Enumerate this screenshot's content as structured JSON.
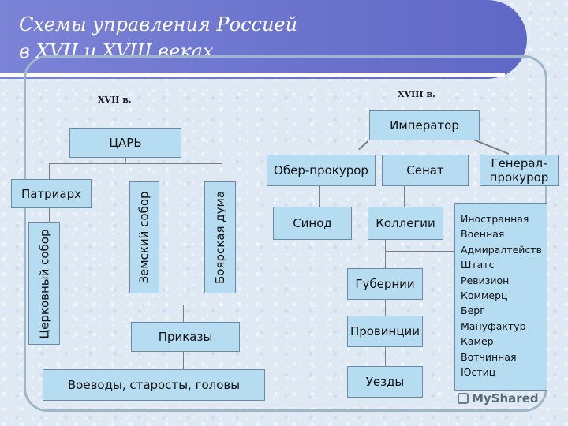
{
  "title_line1": "Схемы управления Россией",
  "title_line2": "в XVII и XVIII веках",
  "left": {
    "century": "XVII в.",
    "tsar": "ЦАРЬ",
    "patriarch": "Патриарх",
    "church_council": "Церковный собор",
    "zemsky_sobor": "Земский собор",
    "boyar_duma": "Боярская дума",
    "prikazy": "Приказы",
    "voevody": "Воеводы, старосты, головы"
  },
  "right": {
    "century": "XVIII в.",
    "emperor": "Император",
    "ober_prokuror": "Обер-прокурор",
    "senate": "Сенат",
    "general_prokuror_line1": "Генерал-",
    "general_prokuror_line2": "прокурор",
    "synod": "Синод",
    "collegia": "Коллегии",
    "gubernii": "Губернии",
    "provinces": "Провинции",
    "uezdy": "Уезды",
    "collegia_list": [
      "Иностранная",
      "Военная",
      "Адмиралтейств",
      "Штатс",
      "Ревизион",
      "Коммерц",
      "Берг",
      "Мануфактур",
      "Камер",
      "Вотчинная",
      "Юстиц"
    ]
  },
  "watermark": "MyShared"
}
